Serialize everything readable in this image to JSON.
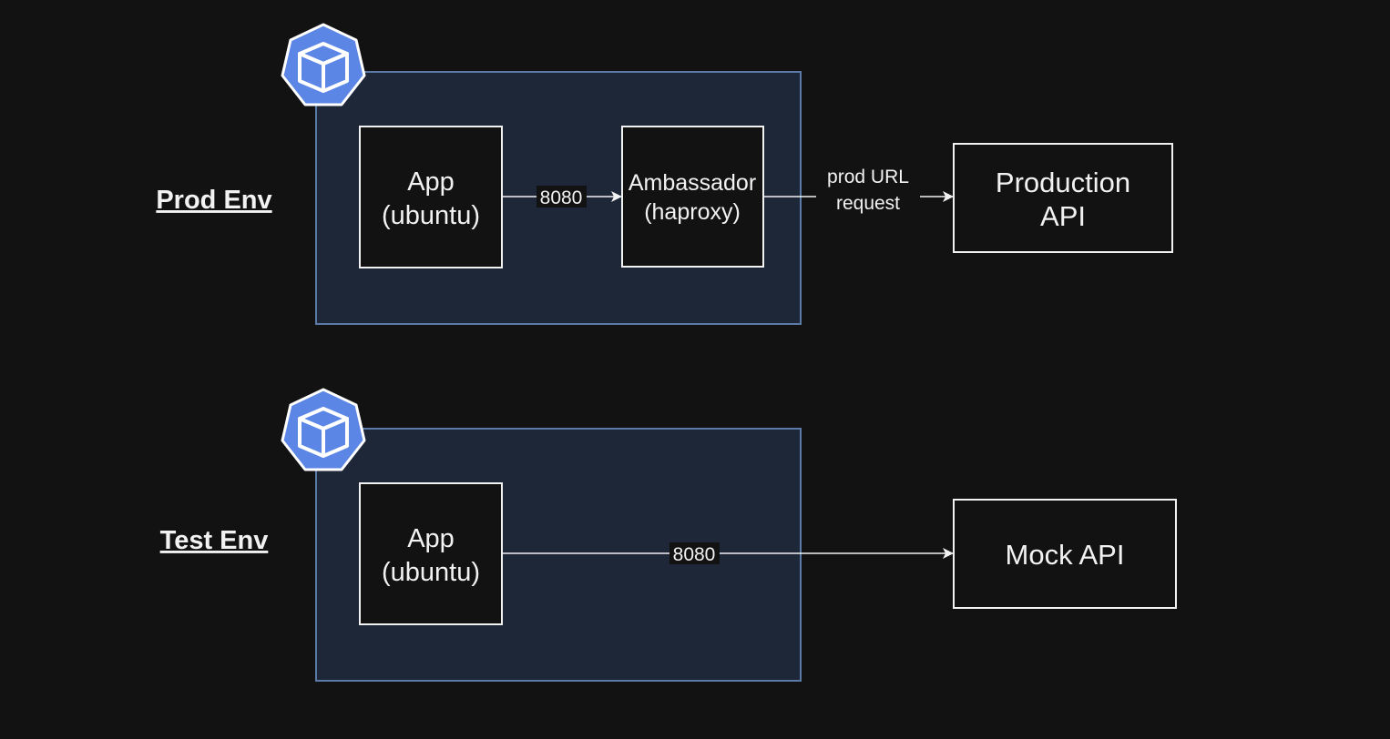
{
  "colors": {
    "background": "#121212",
    "pod_fill": "#1e2738",
    "pod_stroke": "#5b7aa8",
    "box_stroke": "#f2f2f2",
    "text": "#f2f2f2",
    "k8s_icon": "#5b86e5"
  },
  "prod": {
    "env_label": "Prod Env",
    "icon": "kubernetes-pod-icon",
    "app": {
      "line1": "App",
      "line2": "(ubuntu)"
    },
    "app_to_ambassador_label": "8080",
    "ambassador": {
      "line1": "Ambassador",
      "line2": "(haproxy)"
    },
    "ambassador_to_api_label": {
      "line1": "prod URL",
      "line2": "request"
    },
    "api": {
      "line1": "Production",
      "line2": "API"
    }
  },
  "test": {
    "env_label": "Test Env",
    "icon": "kubernetes-pod-icon",
    "app": {
      "line1": "App",
      "line2": "(ubuntu)"
    },
    "app_to_api_label": "8080",
    "api": {
      "line1": "Mock API"
    }
  }
}
